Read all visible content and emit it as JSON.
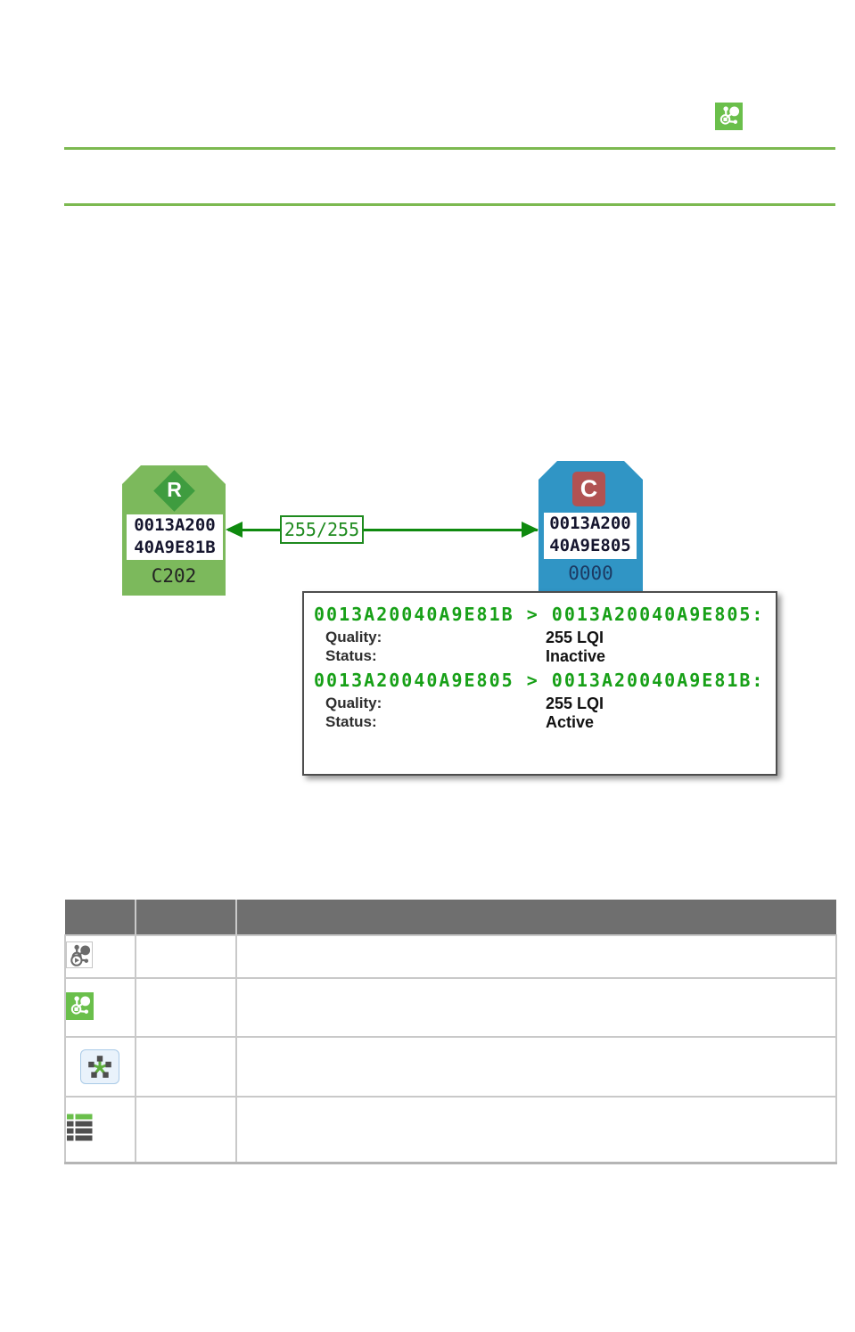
{
  "page": {
    "background": "#ffffff",
    "top_icon": "network-working-mode-icon"
  },
  "colors": {
    "accent_green": "#6abf4b",
    "divider_green": "#7cb950",
    "link_green": "#0f8a0f",
    "router_fill": "#7cb95c",
    "coordinator_fill": "#3095c5",
    "coordinator_badge_red": "#b15252",
    "tooltip_text_green": "#17a017",
    "table_header_gray": "#6f6f6f"
  },
  "diagram": {
    "link": {
      "label": "255/255"
    },
    "nodes": {
      "router": {
        "badge": "R",
        "address_line1": "0013A200",
        "address_line2": "40A9E81B",
        "id": "C202"
      },
      "coordinator": {
        "badge": "C",
        "address_line1": "0013A200",
        "address_line2": "40A9E805",
        "id": "0000"
      }
    },
    "tooltip": {
      "entries": [
        {
          "title": "0013A20040A9E81B > 0013A20040A9E805:",
          "quality_label": "Quality:",
          "quality_value": "255 LQI",
          "status_label": "Status:",
          "status_value": "Inactive"
        },
        {
          "title": "0013A20040A9E805 > 0013A20040A9E81B:",
          "quality_label": "Quality:",
          "quality_value": "255 LQI",
          "status_label": "Status:",
          "status_value": "Active"
        }
      ]
    }
  },
  "table": {
    "header": {
      "columns": [
        "",
        "",
        ""
      ]
    },
    "rows": [
      {
        "icon": "network-mode-idle-icon",
        "cells": [
          "",
          ""
        ]
      },
      {
        "icon": "network-mode-active-icon",
        "cells": [
          "",
          ""
        ]
      },
      {
        "icon": "network-topology-icon",
        "cells": [
          "",
          ""
        ]
      },
      {
        "icon": "frames-log-icon",
        "cells": [
          "",
          ""
        ]
      }
    ]
  }
}
